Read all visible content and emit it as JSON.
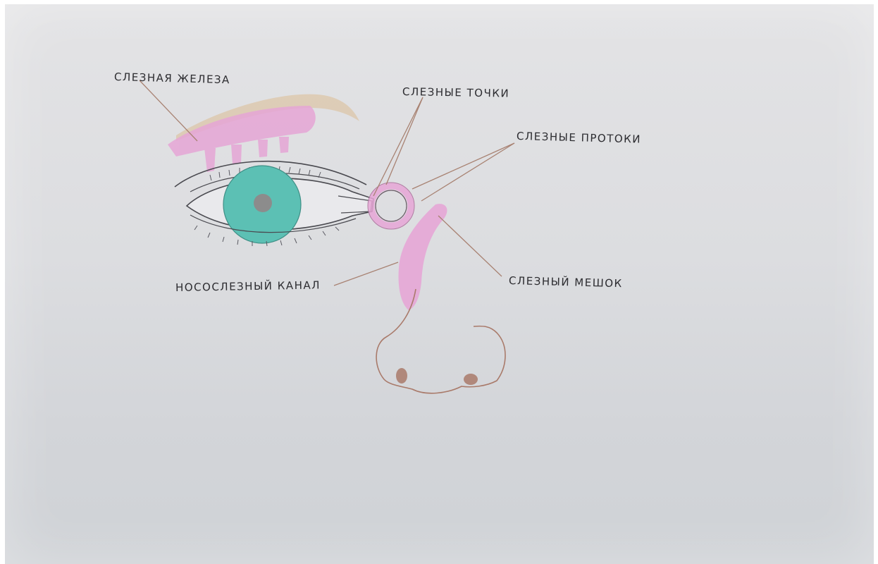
{
  "labels": {
    "lacrimal_gland": "СЛЕЗНАЯ ЖЕЛЕЗА",
    "lacrimal_points": "СЛЕЗНЫЕ ТОЧКИ",
    "lacrimal_ducts": "СЛЕЗНЫЕ ПРОТОКИ",
    "nasolacrimal_canal": "НОСОСЛЕЗНЫЙ КАНАЛ",
    "lacrimal_sac": "СЛЕЗНЫЙ МЕШОК"
  },
  "colors": {
    "paper": "#dcdde0",
    "gland_pink": "#e6a6d6",
    "iris_teal": "#5cc0b4",
    "pupil_gray": "#8c8c8c",
    "outline_dark": "#4a4a50",
    "leader_brown": "#a88272",
    "nose_brown": "#a97a6a",
    "brow_tan": "#dcc6a8"
  }
}
